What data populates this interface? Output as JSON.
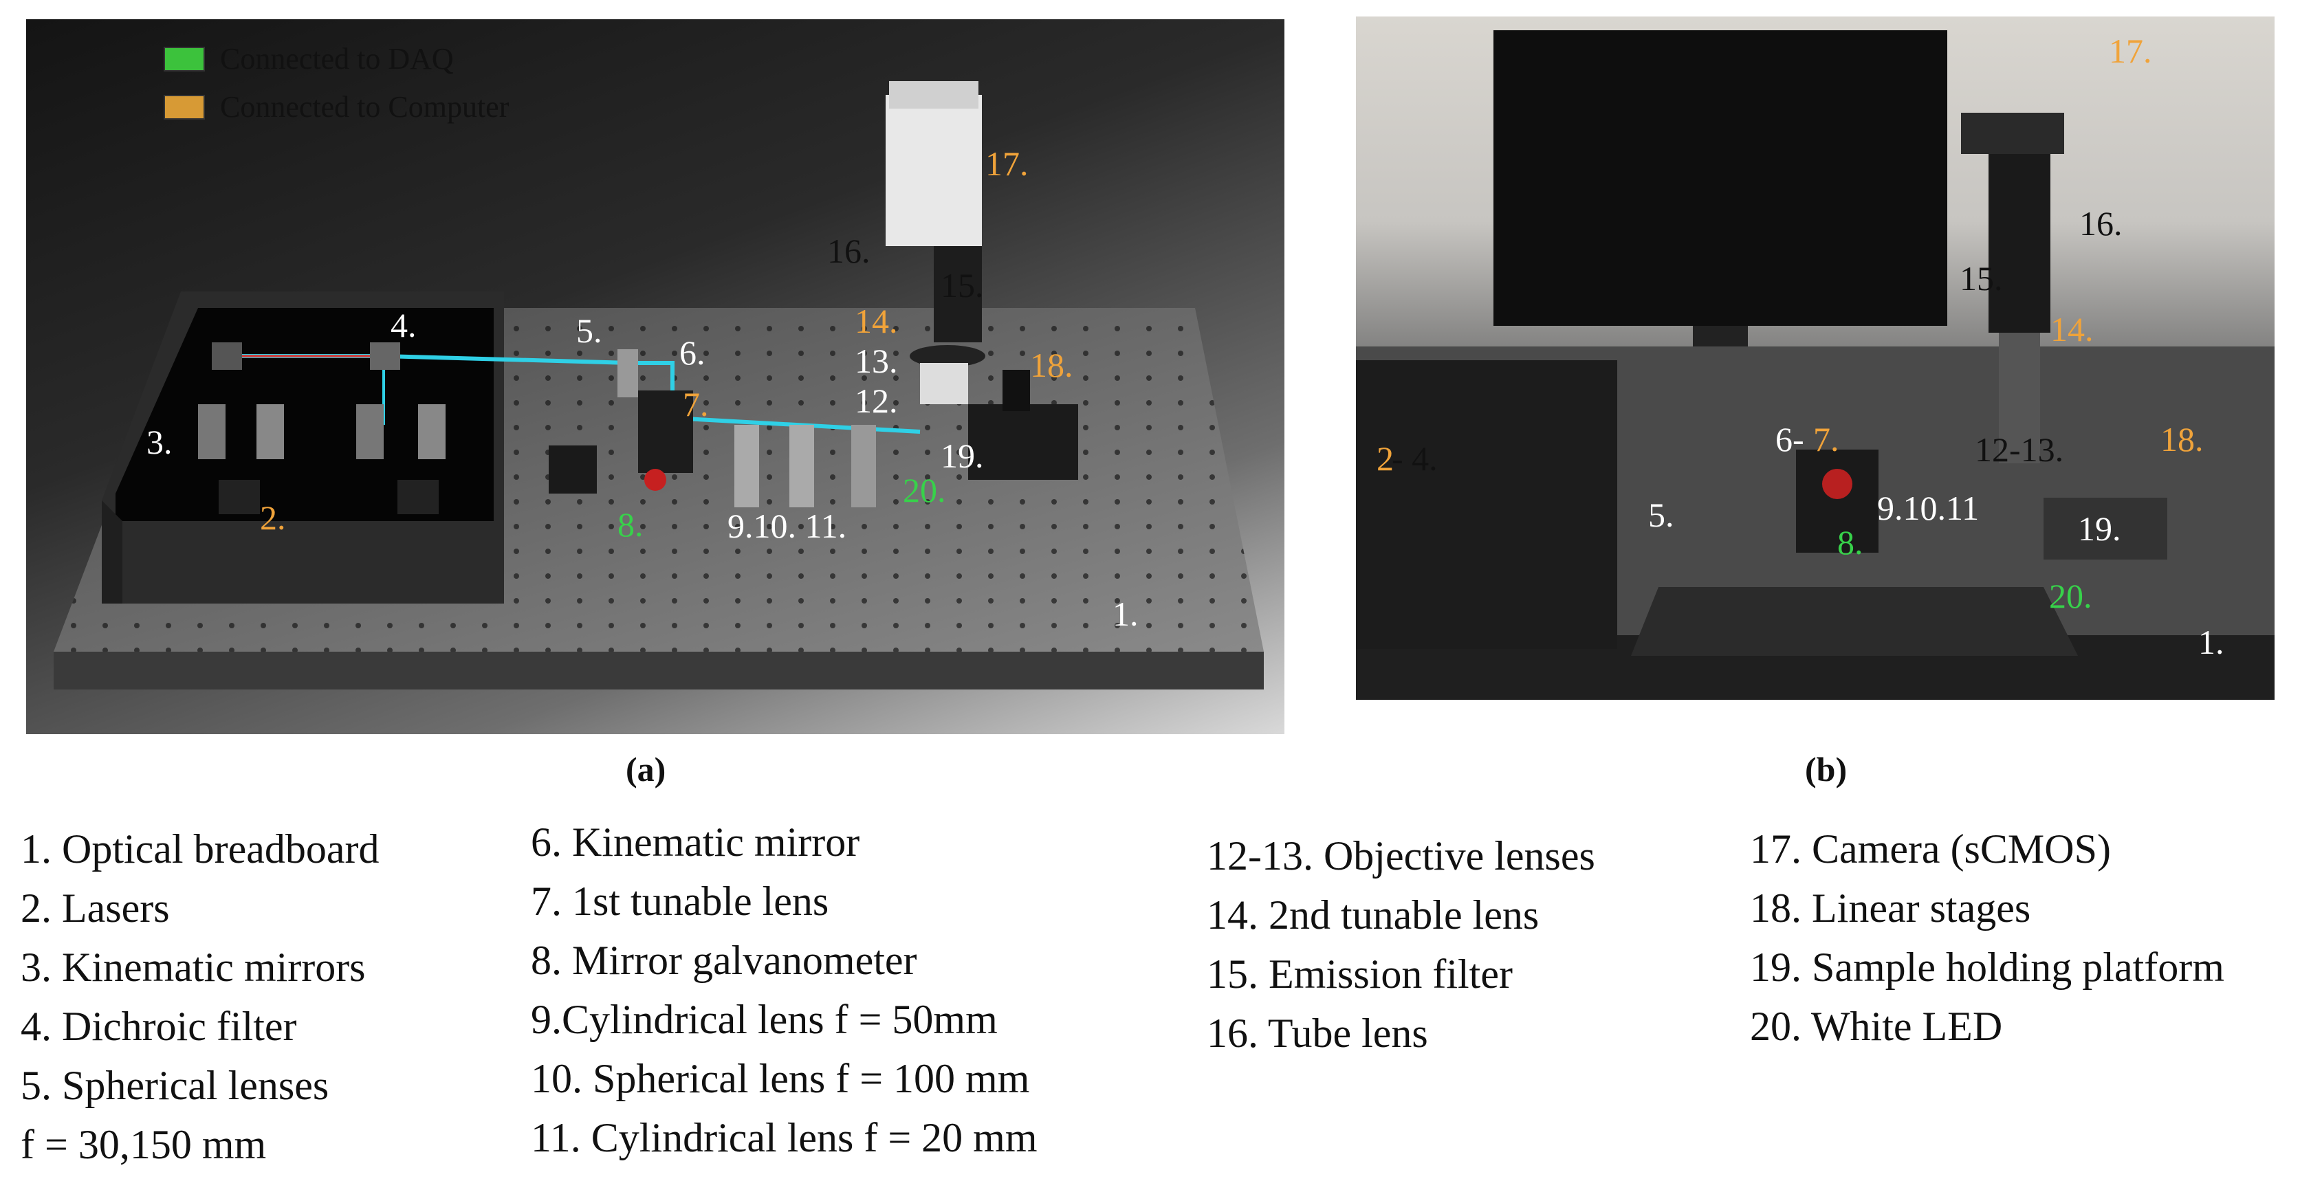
{
  "legend": [
    {
      "label": "Connected to DAQ",
      "color": "#3cc23c"
    },
    {
      "label": "Connected to Computer",
      "color": "#d79a35"
    }
  ],
  "panel_a": {
    "caption": "(a)",
    "labels": {
      "l1": "1.",
      "l2": "2.",
      "l3": "3.",
      "l4": "4.",
      "l5": "5.",
      "l6": "6.",
      "l7": "7.",
      "l8": "8.",
      "l9_11": "9.10. 11.",
      "l12": "12.",
      "l13": "13.",
      "l14": "14.",
      "l15": "15.",
      "l16": "16.",
      "l17": "17.",
      "l18": "18.",
      "l19": "19.",
      "l20": "20."
    }
  },
  "panel_b": {
    "caption": "(b)",
    "labels": {
      "l17": "17.",
      "l16": "16.",
      "l15": "15.",
      "l14": "14.",
      "l18": "18.",
      "l2": "2",
      "l2b": "- 4.",
      "l6": "6-",
      "l7": "7.",
      "l12_13": "12-13.",
      "l5": "5.",
      "l9_11": "9.10.11",
      "l19": "19.",
      "l8": "8.",
      "l20": "20.",
      "l1": "1."
    }
  },
  "components": {
    "col1": [
      "1. Optical breadboard",
      "2. Lasers",
      "3. Kinematic mirrors",
      "4. Dichroic filter",
      "5. Spherical lenses",
      "f = 30,150 mm"
    ],
    "col2": [
      "6. Kinematic mirror",
      "7. 1st tunable lens",
      "8. Mirror galvanometer",
      "9.Cylindrical lens f = 50mm",
      "10. Spherical lens f = 100 mm",
      "11.  Cylindrical lens f = 20 mm"
    ],
    "col3": [
      "12-13. Objective lenses",
      "14. 2nd tunable lens",
      "15. Emission filter",
      "16. Tube lens"
    ],
    "col4": [
      "17. Camera (sCMOS)",
      "18. Linear stages",
      "19. Sample holding platform",
      "20. White LED"
    ]
  }
}
